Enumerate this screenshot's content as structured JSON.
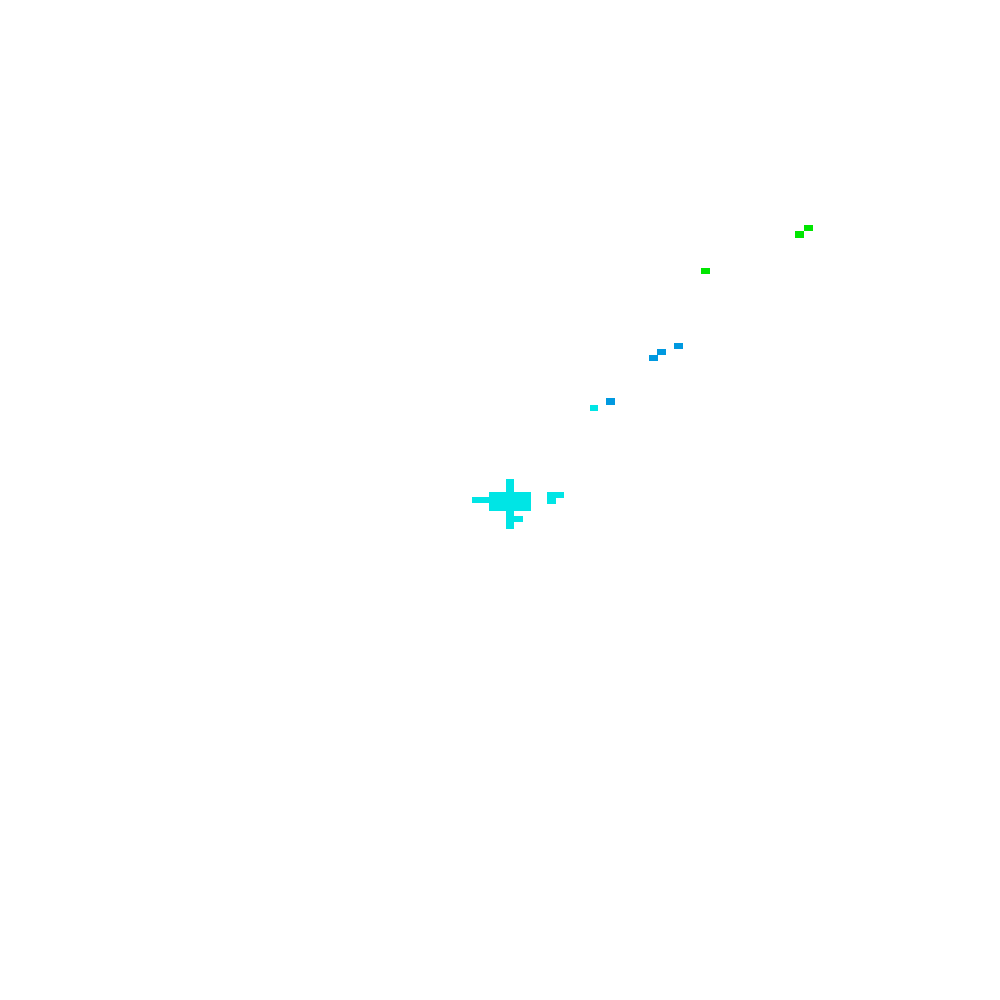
{
  "colors": {
    "background": "#ffffff",
    "cyan": "#00e5e5",
    "blue": "#0099e0",
    "green": "#00e600"
  },
  "clusters": [
    {
      "name": "cyan-cluster",
      "color_key": "cyan"
    },
    {
      "name": "blue-cluster",
      "color_key": "blue"
    },
    {
      "name": "green-cluster",
      "color_key": "green"
    }
  ]
}
